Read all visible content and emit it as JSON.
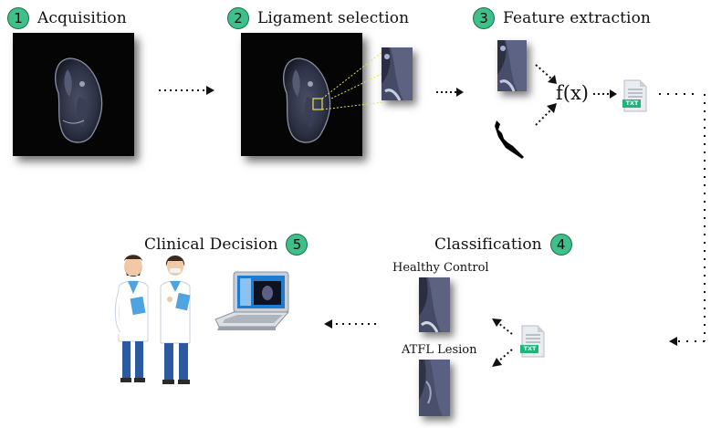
{
  "steps": [
    {
      "number": "1",
      "label": "Acquisition"
    },
    {
      "number": "2",
      "label": "Ligament selection"
    },
    {
      "number": "3",
      "label": "Feature extraction"
    },
    {
      "number": "4",
      "label": "Classification"
    },
    {
      "number": "5",
      "label": "Clinical Decision"
    }
  ],
  "feature_function": "f(x)",
  "file_badge": "TXT",
  "classes": {
    "healthy": "Healthy Control",
    "lesion": "ATFL Lesion"
  },
  "colors": {
    "badge_fill": "#3fbf8a",
    "badge_border": "#1c6e4c",
    "file_badge": "#21b37a",
    "roi_box": "#e5e05a"
  }
}
